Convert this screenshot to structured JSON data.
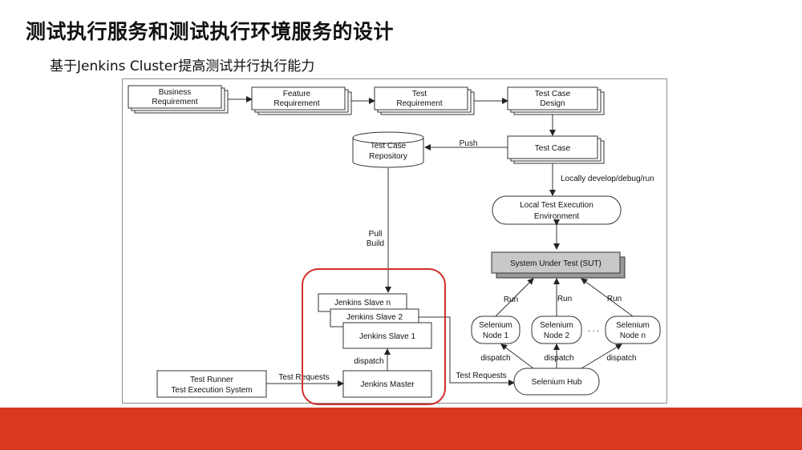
{
  "slide": {
    "title": "测试执行服务和测试执行环境服务的设计",
    "subtitle": "基于Jenkins Cluster提高测试并行执行能力"
  },
  "diagram": {
    "business_requirement": [
      "Business",
      "Requirement"
    ],
    "feature_requirement": [
      "Feature",
      "Requirement"
    ],
    "test_requirement": [
      "Test",
      "Requirement"
    ],
    "test_case_design": [
      "Test Case",
      "Design"
    ],
    "test_case": "Test Case",
    "test_case_repository": [
      "Test Case",
      "Repository"
    ],
    "push": "Push",
    "locally_develop": "Locally develop/debug/run",
    "local_test_env": [
      "Local Test Execution",
      "Environment"
    ],
    "pull_build": [
      "Pull",
      "Build"
    ],
    "sut": "System Under Test (SUT)",
    "jenkins_slave_n": "Jenkins Slave n",
    "jenkins_slave_2": "Jenkins Slave 2",
    "jenkins_slave_1": "Jenkins Slave 1",
    "dispatch_master": "dispatch",
    "jenkins_master": "Jenkins Master",
    "test_runner": [
      "Test Runner",
      "Test Execution System"
    ],
    "test_requests_left": "Test Requests",
    "test_requests_right": "Test Requests",
    "run_1": "Run",
    "run_2": "Run",
    "run_3": "Run",
    "selenium_node_1": [
      "Selenium",
      "Node 1"
    ],
    "selenium_node_2": [
      "Selenium",
      "Node 2"
    ],
    "selenium_node_n": [
      "Selenium",
      "Node n"
    ],
    "ellipsis": ". . .",
    "dispatch_1": "dispatch",
    "dispatch_2": "dispatch",
    "dispatch_3": "dispatch",
    "selenium_hub": "Selenium Hub"
  },
  "colors": {
    "highlight": "#d0302c",
    "footer": "#d9391f",
    "sut_fill": "#c8c8c8"
  }
}
